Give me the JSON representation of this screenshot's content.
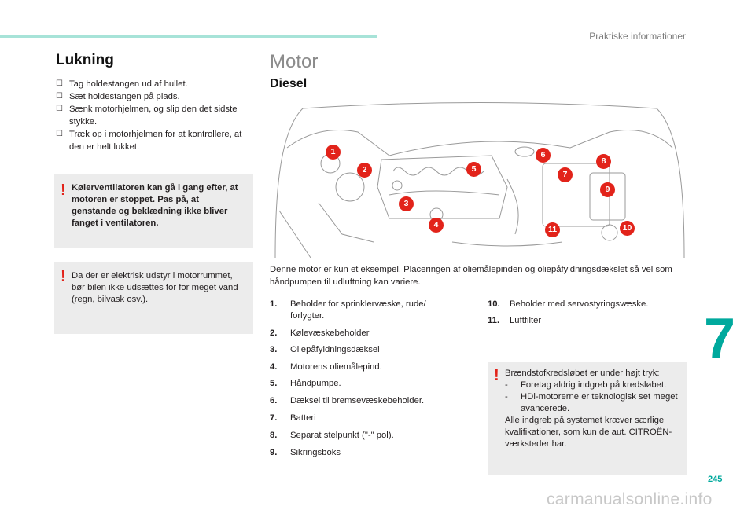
{
  "header": {
    "section": "Praktiske informationer",
    "chapter": "7",
    "page": "245",
    "watermark": "carmanualsonline.info"
  },
  "left": {
    "title": "Lukning",
    "steps": [
      "Tag holdestangen ud af hullet.",
      "Sæt holdestangen på plads.",
      "Sænk motorhjelmen, og slip den det sidste stykke.",
      "Træk op i motorhjelmen for at kontrollere, at den er helt lukket."
    ],
    "warning1": "Kølerventilatoren kan gå i gang efter, at motoren er stoppet. Pas på, at genstande og beklædning ikke bliver fanget i ventilatoren.",
    "warning2": "Da der er elektrisk udstyr i motorrummet, bør bilen ikke udsættes for for meget vand (regn, bilvask osv.)."
  },
  "right": {
    "title": "Motor",
    "subtitle": "Diesel",
    "description": "Denne motor er kun et eksempel. Placeringen af oliemålepinden og oliepåfyldningsdækslet så vel som håndpumpen til udluftning kan variere.",
    "markers": [
      "1",
      "2",
      "3",
      "4",
      "5",
      "6",
      "7",
      "8",
      "9",
      "10",
      "11"
    ],
    "legend": [
      {
        "num": "1.",
        "text": "Beholder for sprinklervæske, rude/ forlygter."
      },
      {
        "num": "2.",
        "text": "Kølevæskebeholder"
      },
      {
        "num": "3.",
        "text": "Oliepåfyldningsdæksel"
      },
      {
        "num": "4.",
        "text": "Motorens oliemålepind."
      },
      {
        "num": "5.",
        "text": "Håndpumpe."
      },
      {
        "num": "6.",
        "text": "Dæksel til bremsevæskebeholder."
      },
      {
        "num": "7.",
        "text": "Batteri"
      },
      {
        "num": "8.",
        "text": "Separat stelpunkt (\"-\" pol)."
      },
      {
        "num": "9.",
        "text": "Sikringsboks"
      },
      {
        "num": "10.",
        "text": "Beholder med servostyringsvæske."
      },
      {
        "num": "11.",
        "text": "Luftfilter"
      }
    ],
    "warning3": {
      "intro": "Brændstofkredsløbet er under højt tryk:",
      "bullets": [
        "Foretag aldrig indgreb på kredsløbet.",
        "HDi-motorerne er teknologisk set meget avancerede."
      ],
      "outro": "Alle indgreb på systemet kræver særlige kvalifikationer, som kun de aut. CITROËN-værksteder har."
    }
  },
  "colors": {
    "accent": "#00a99d",
    "warning": "#e2231a",
    "box": "#ececec"
  }
}
